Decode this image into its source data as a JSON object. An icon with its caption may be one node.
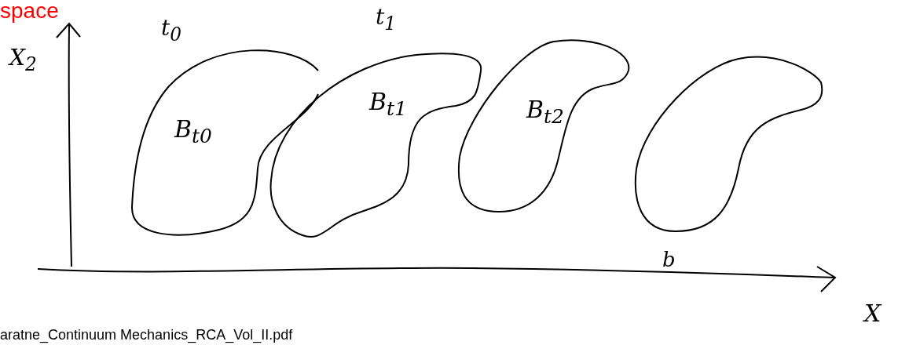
{
  "diagram": {
    "nodes": [
      {
        "text": [
          "B$_{t0}$"
        ]
      },
      {
        "text": [
          "B$_{t1}$"
        ]
      },
      {
        "text": [
          "B$_{t2}$"
        ]
      },
      {
        "text": [],
        "shape": "blob"
      }
    ],
    "labels": [
      "space",
      "X$_{2}$",
      "t$_{0}$",
      "t$_{1}$",
      "b",
      "X",
      "aratne_Continuum Mechanics_RCA_Vol_II.pdf"
    ]
  }
}
